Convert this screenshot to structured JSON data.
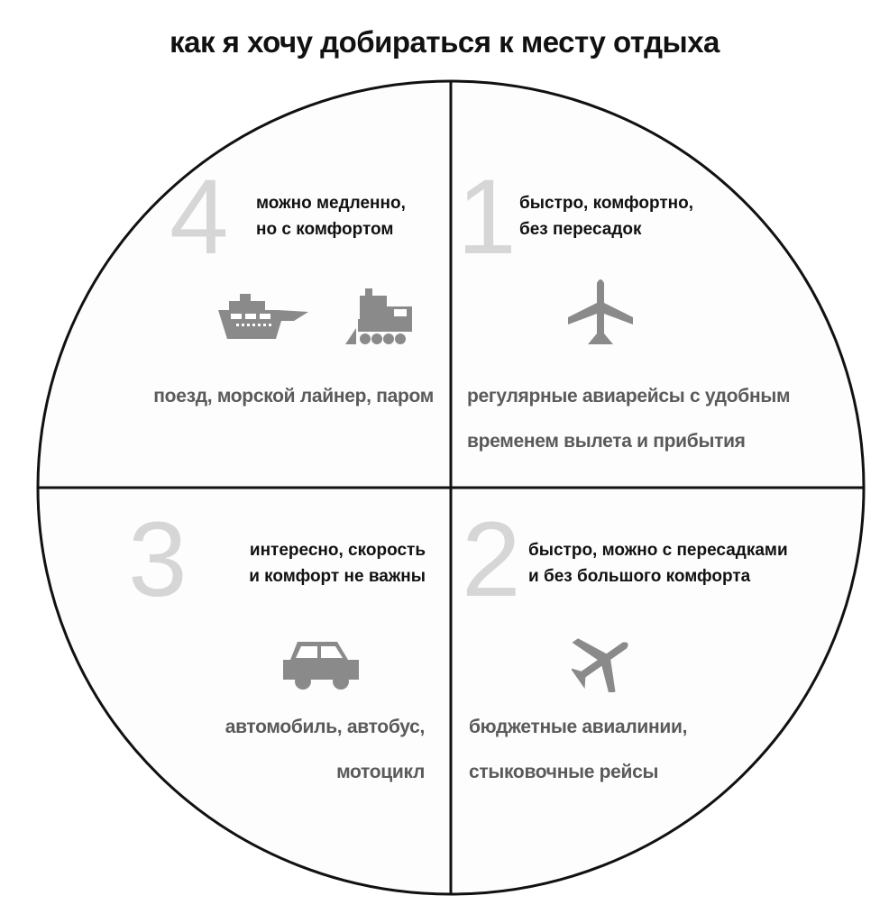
{
  "title": "как я хочу добираться к месту отдыха",
  "colors": {
    "numeral": "#d6d6d6",
    "icon": "#8a8a8a",
    "desc": "#5a5a5a",
    "line": "#111111"
  },
  "quadrants": [
    {
      "number": "1",
      "heading": [
        "быстро, комфортно,",
        "без пересадок"
      ],
      "icons": [
        "airplane-icon"
      ],
      "description": [
        "регулярные авиарейсы с удобным",
        "временем вылета и прибытия"
      ]
    },
    {
      "number": "2",
      "heading": [
        "быстро, можно с пересадками",
        "и без большого комфорта"
      ],
      "icons": [
        "airplane-takeoff-icon"
      ],
      "description": [
        "бюджетные авиалинии,",
        "стыковочные рейсы"
      ]
    },
    {
      "number": "3",
      "heading": [
        "интересно, скорость",
        "и комфорт не важны"
      ],
      "icons": [
        "car-icon"
      ],
      "description": [
        "автомобиль, автобус,",
        "мотоцикл"
      ]
    },
    {
      "number": "4",
      "heading": [
        "можно медленно,",
        "но с комфортом"
      ],
      "icons": [
        "ship-icon",
        "train-icon"
      ],
      "description": [
        "поезд, морской лайнер, паром"
      ]
    }
  ]
}
